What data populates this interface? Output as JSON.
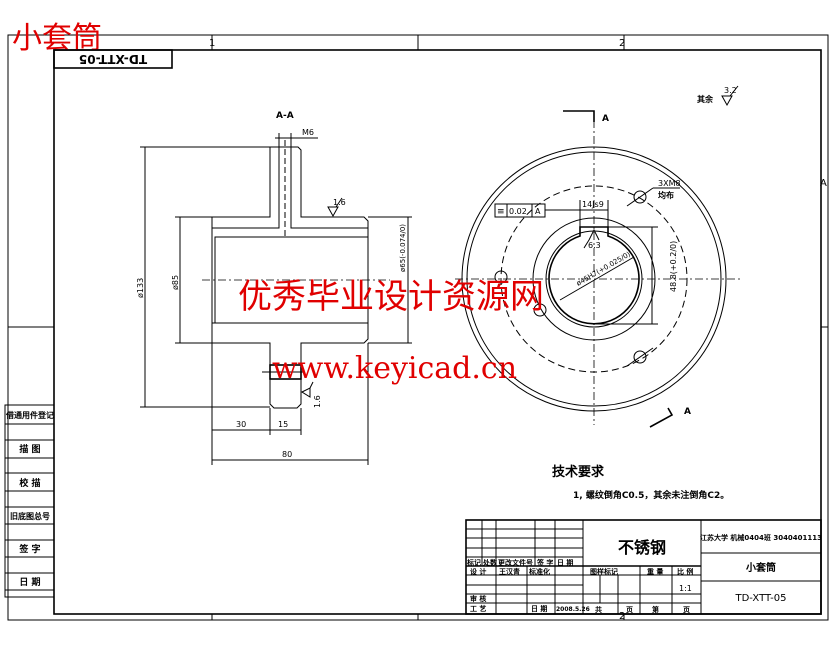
{
  "title": "小套筒",
  "drawing_number_flipped": "TD-XTT-05",
  "zone_marks": {
    "col1": "1",
    "col2": "2",
    "row_a": "A",
    "bottom_col2": "2"
  },
  "section_view": {
    "label": "A-A",
    "thread": "M6",
    "roughness_top": "1.6",
    "roughness_flange": "1.6",
    "dim_outer": "ø133",
    "dim_bore": "ø85",
    "dim_hub": "ø65(-0.074/0)",
    "dim_30": "30",
    "dim_15": "15",
    "dim_80": "80"
  },
  "end_view": {
    "section_mark_top": "A",
    "section_mark_bottom": "A",
    "holes_spec": "3XM8",
    "holes_note": "均布",
    "keyway_width": "14Js9",
    "tolerance_symbol": "≡",
    "tolerance_value": "0.02",
    "datum": "A",
    "roughness_keyway": "6.3",
    "bore_dim": "ø45H7(+0.025/0)",
    "key_depth": "48.8(+0.2/0)",
    "roughness_other_label": "其余",
    "roughness_other": "3.2"
  },
  "tech_requirements": {
    "heading": "技术要求",
    "items": [
      "1, 螺纹倒角C0.5，其余未注倒角C2。"
    ]
  },
  "left_strip": [
    "借通用件登记",
    "描 图",
    "校 描",
    "旧底图总号",
    "签 字",
    "日 期"
  ],
  "title_block": {
    "material": "不锈钢",
    "school": "江苏大学 机械0404班 3040401113",
    "part_name": "小套筒",
    "drawing_number": "TD-XTT-05",
    "rev_headers": [
      "标记",
      "处数",
      "更改文件号",
      "签 字",
      "日 期"
    ],
    "design_row": [
      "设 计",
      "王汉青",
      "标准化"
    ],
    "review": "审 核",
    "process": "工 艺",
    "date_label": "日 期",
    "date": "2008.5.26",
    "mark_headers": [
      "图样标记",
      "重 量",
      "比 例"
    ],
    "scale": "1:1",
    "sheet": [
      "共",
      "页",
      "第",
      "页"
    ]
  },
  "watermark": {
    "line1": "优秀毕业设计资源网",
    "line2": "www.keyicad.cn"
  },
  "colors": {
    "lines": "#000000",
    "watermark": "#e00000"
  }
}
